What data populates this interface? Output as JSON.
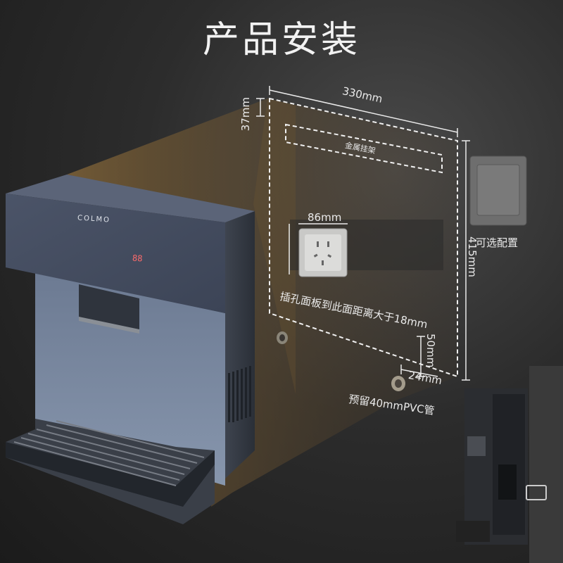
{
  "title": "产品安装",
  "brand": "COLMO",
  "dimensions": {
    "width": "330mm",
    "top_offset": "37mm",
    "height": "415mm",
    "socket_width": "86mm",
    "bottom_offset": "50mm",
    "side_offset": "24mm"
  },
  "labels": {
    "bracket": "金属挂架",
    "optional": "可选配置",
    "clearance_note": "插孔面板到此面距离大于18mm",
    "pipe_note": "预留40mmPVC管"
  },
  "panel": {
    "temp_display": "88"
  }
}
